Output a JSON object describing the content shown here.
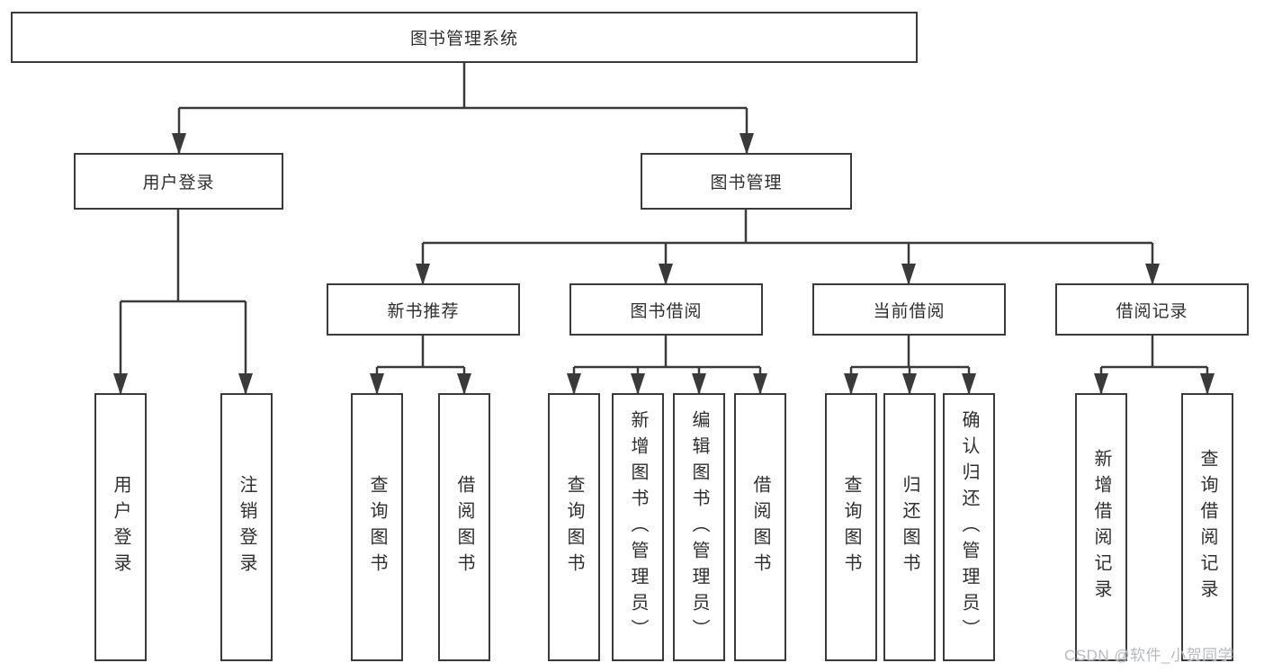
{
  "diagram": {
    "root": {
      "label": "图书管理系统"
    },
    "user_login": {
      "label": "用户登录",
      "children": [
        {
          "label": "用户登录"
        },
        {
          "label": "注销登录"
        }
      ]
    },
    "book_mgmt": {
      "label": "图书管理",
      "sections": [
        {
          "label": "新书推荐",
          "children": [
            {
              "label": "查询图书"
            },
            {
              "label": "借阅图书"
            }
          ]
        },
        {
          "label": "图书借阅",
          "children": [
            {
              "label": "查询图书"
            },
            {
              "label": "新增图书（管理员）"
            },
            {
              "label": "编辑图书（管理员）"
            },
            {
              "label": "借阅图书"
            }
          ]
        },
        {
          "label": "当前借阅",
          "children": [
            {
              "label": "查询图书"
            },
            {
              "label": "归还图书"
            },
            {
              "label": "确认归还（管理员）"
            }
          ]
        },
        {
          "label": "借阅记录",
          "children": [
            {
              "label": "新增借阅记录"
            },
            {
              "label": "查询借阅记录"
            }
          ]
        }
      ]
    },
    "watermark": "CSDN @软件_小贺同学",
    "colors": {
      "line": "#3a3a3a",
      "text": "#2f2f2f",
      "watermark": "#b7bac0"
    }
  }
}
